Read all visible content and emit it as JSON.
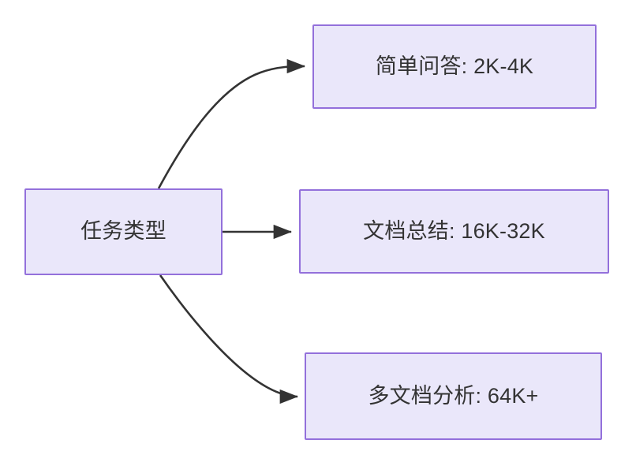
{
  "diagram": {
    "type": "flowchart",
    "direction": "left-to-right",
    "background_color": "#ffffff",
    "node_fill_color": "#eae7fa",
    "node_border_color": "#9370db",
    "node_text_color": "#333333",
    "edge_color": "#333333",
    "nodes": [
      {
        "id": "source",
        "label": "任务类型",
        "role": "root"
      },
      {
        "id": "target-0",
        "label": "简单问答: 2K-4K",
        "role": "leaf"
      },
      {
        "id": "target-1",
        "label": "文档总结: 16K-32K",
        "role": "leaf"
      },
      {
        "id": "target-2",
        "label": "多文档分析: 64K+",
        "role": "leaf"
      }
    ],
    "edges": [
      {
        "id": "edge-source-to-target-0",
        "from": "source",
        "to": "target-0",
        "label": "",
        "style": "curved",
        "arrowhead": "filled-triangle"
      },
      {
        "id": "edge-source-to-target-1",
        "from": "source",
        "to": "target-1",
        "label": "",
        "style": "straight",
        "arrowhead": "filled-triangle"
      },
      {
        "id": "edge-source-to-target-2",
        "from": "source",
        "to": "target-2",
        "label": "",
        "style": "curved",
        "arrowhead": "filled-triangle"
      }
    ]
  }
}
